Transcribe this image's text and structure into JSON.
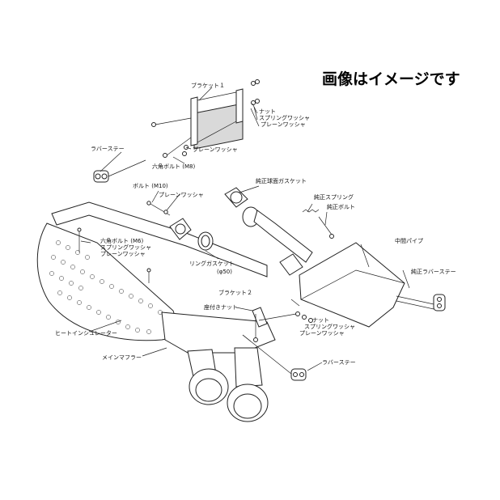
{
  "banner": "画像はイメージです",
  "labels": {
    "bracket1": "ブラケット１",
    "nut_a": "ナット",
    "spring_washer_a": "スプリングワッシャ",
    "plain_washer_a": "プレーンワッシャ",
    "plain_washer_b": "プレーンワッシャ",
    "rubber_stay_a": "ラバーステー",
    "hex_bolt_m8": "六角ボルト (M8)",
    "bolt_m10": "ボルト (M10)",
    "plain_washer_c": "プレーンワッシャ",
    "oem_gasket": "純正球面ガスケット",
    "oem_spring": "純正スプリング",
    "oem_bolt": "純正ボルト",
    "hex_bolt_m6": "六角ボルト (M6)",
    "spring_washer_b": "スプリングワッシャ",
    "plain_washer_d": "プレーンワッシャ",
    "ring_gasket": "リングガスケット",
    "ring_gasket_size": "(φ50)",
    "center_pipe": "中間パイプ",
    "oem_rubber_stay": "純正ラバーステー",
    "bracket2": "ブラケット２",
    "seat_nut": "座付きナット",
    "nut_b": "ナット",
    "spring_washer_c": "スプリングワッシャ",
    "plain_washer_e": "プレーンワッシャ",
    "heat_insulator": "ヒートインシュレーター",
    "main_muffler": "メインマフラー",
    "rubber_stay_b": "ラバーステー"
  }
}
